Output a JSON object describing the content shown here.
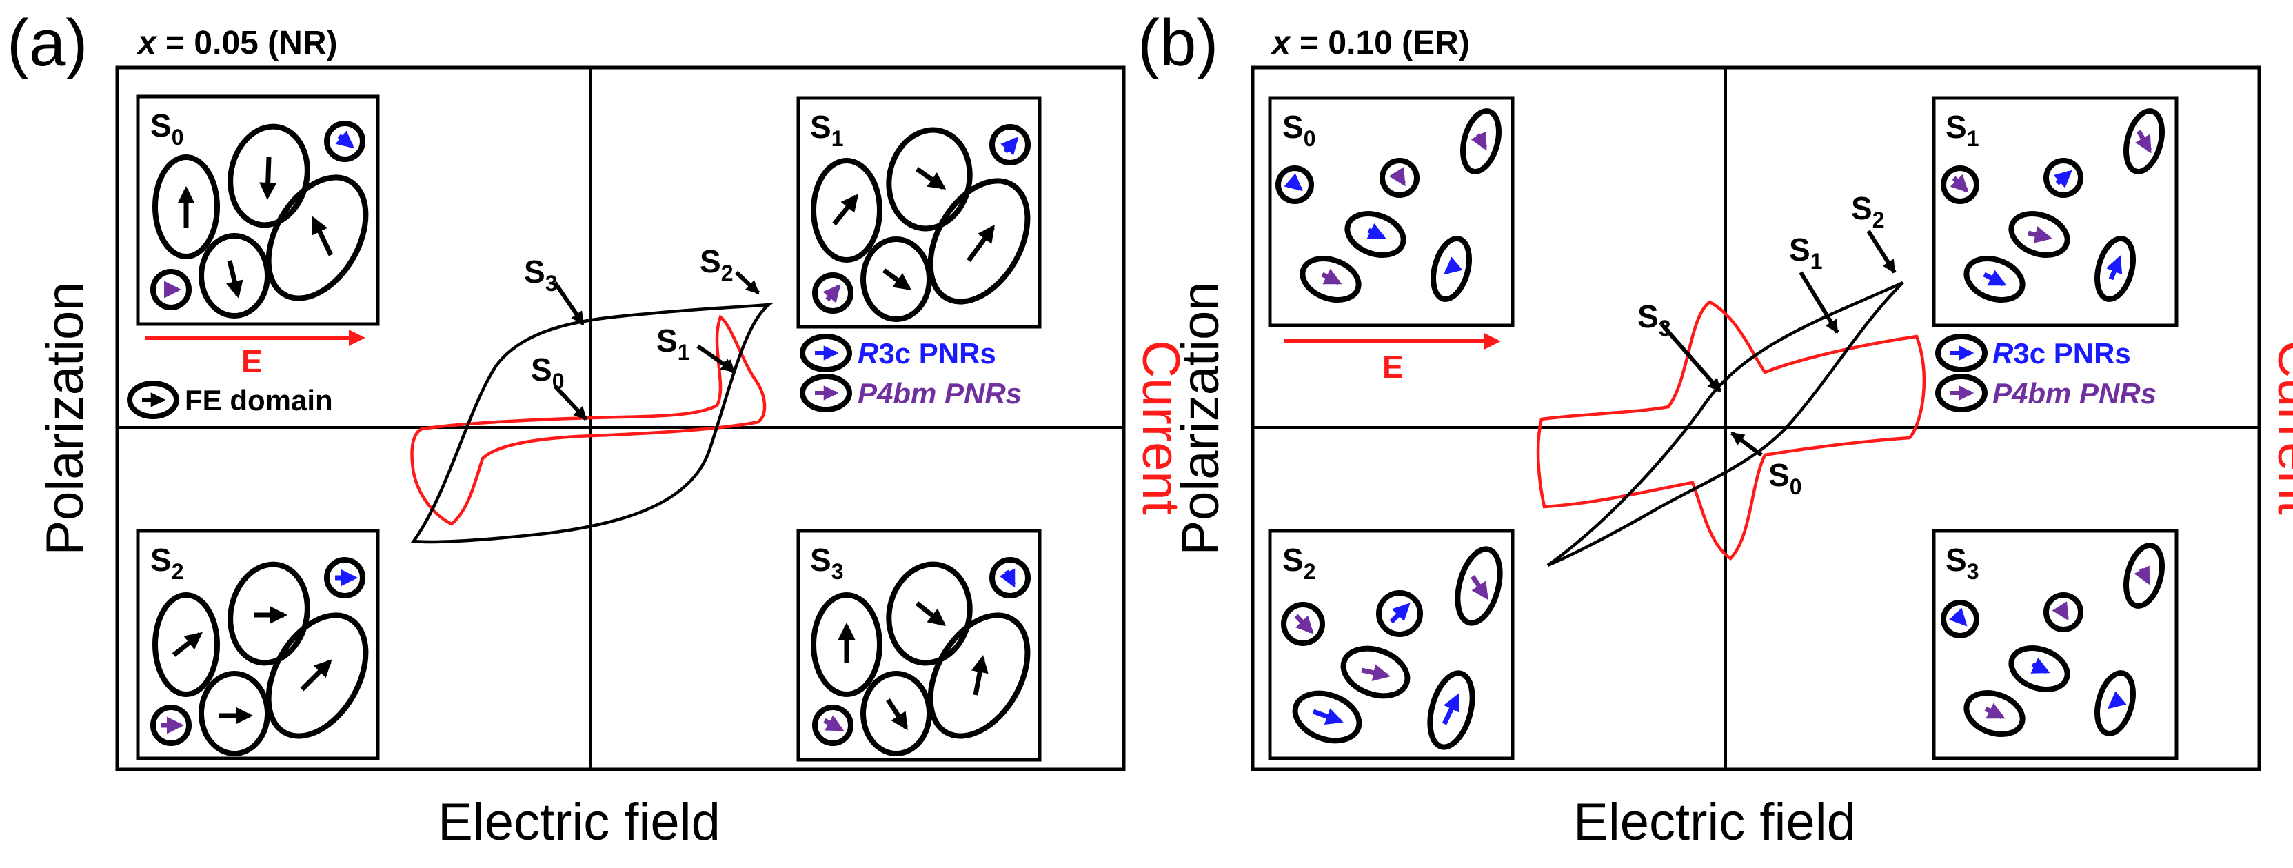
{
  "figure": {
    "colors": {
      "r3c": "#1a1aff",
      "p4bm": "#7030a0",
      "current": "#ff1a1a",
      "fe": "#000000"
    },
    "panels": [
      {
        "id": "a",
        "label": "(a)",
        "x_symbol": "x",
        "composition_rest": " = 0.05 (NR)",
        "x_axis_label": "Electric field",
        "y_axis_label": "Polarization",
        "right_axis_label": "Current",
        "field_label": "E",
        "legend": {
          "r3c_italic": "R",
          "r3c_rest": "3c PNRs",
          "p4bm_label": "P4bm PNRs",
          "fe_label": "FE domain"
        },
        "states": [
          {
            "name": "S",
            "sub": "0"
          },
          {
            "name": "S",
            "sub": "1"
          },
          {
            "name": "S",
            "sub": "2"
          },
          {
            "name": "S",
            "sub": "3"
          }
        ]
      },
      {
        "id": "b",
        "label": "(b)",
        "x_symbol": "x",
        "composition_rest": " = 0.10 (ER)",
        "x_axis_label": "Electric field",
        "y_axis_label": "Polarization",
        "right_axis_label": "Current",
        "field_label": "E",
        "legend": {
          "r3c_italic": "R",
          "r3c_rest": "3c PNRs",
          "p4bm_label": "P4bm PNRs"
        },
        "states": [
          {
            "name": "S",
            "sub": "0"
          },
          {
            "name": "S",
            "sub": "1"
          },
          {
            "name": "S",
            "sub": "2"
          },
          {
            "name": "S",
            "sub": "3"
          }
        ]
      }
    ]
  }
}
